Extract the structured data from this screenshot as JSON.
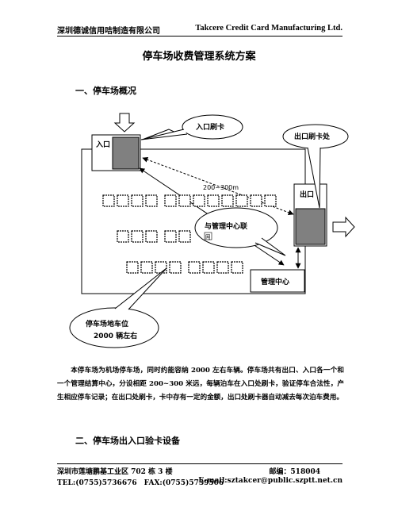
{
  "header": {
    "company_cn": "深圳德诚信用咭制造有限公司",
    "company_en": "Takcere Credit Card Manufacturing Ltd."
  },
  "title": "停车场收费管理系统方案",
  "section1": {
    "heading": "一、停车场概况"
  },
  "diagram": {
    "entrance_label": "入口",
    "exit_label": "出口",
    "entrance_callout": "入口刷卡",
    "exit_callout": "出口刷卡处",
    "distance_label": "200~300m",
    "management_callout": "与管理中心联",
    "management_callout_box": "网",
    "management_center": "管理中心",
    "parking_callout_line1": "停车场地车位",
    "parking_callout_line2": "2000 辆左右"
  },
  "paragraph": "本停车场为机场停车场，同时约能容纳 2000 左右车辆。停车场共有出口、入口各一个和一个管理结算中心，分设相距 200~300 米远，每辆泊车在入口处刷卡，验证停车合法性，产生相应停车记录；在出口处刷卡，卡中存有一定的金额，出口处刷卡器自动减去每次泊车费用。",
  "section2": {
    "heading": "二、停车场出入口验卡设备"
  },
  "footer": {
    "address": "深圳市莲塘鹏基工业区 702 栋 3 楼",
    "postcode": "邮编：518004",
    "tel_fax": "TEL:(0755)5736676　FAX:(0755)5739506",
    "email": "E-mail:sztakcer@public.szptt.net.cn"
  }
}
